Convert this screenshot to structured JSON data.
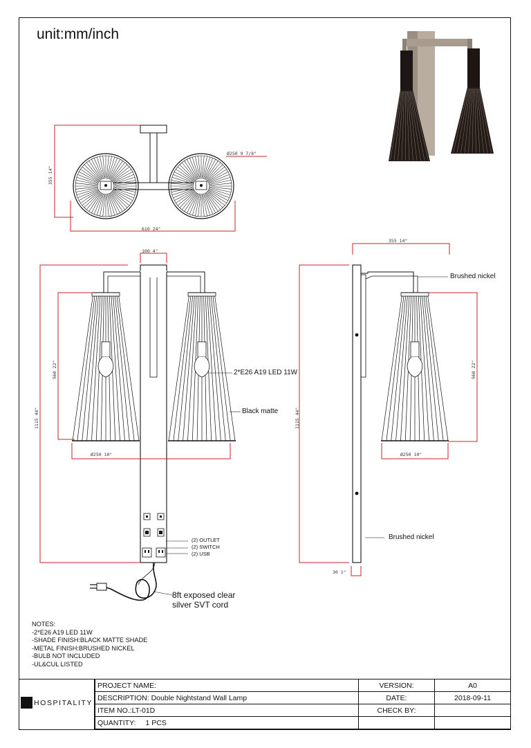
{
  "header": {
    "unit": "unit:mm/inch"
  },
  "dimensions": {
    "top_height": "355  14\"",
    "top_diameter": "Ø250  9 7/8\"",
    "top_width": "610  24\"",
    "front_plate_width": "100  4\"",
    "front_height": "1115  44\"",
    "front_shade_height": "560  22\"",
    "front_shade_diameter": "Ø250  10\"",
    "side_depth": "355  14\"",
    "side_height": "1115  44\"",
    "side_shade_height": "560  22\"",
    "side_shade_diameter": "Ø250  10\"",
    "side_plate_thickness": "30  1\""
  },
  "callouts": {
    "bulb": "2*E26 A19 LED 11W",
    "shade": "Black matte",
    "arm_finish": "Brushed nickel",
    "plate_finish": "Brushed nickel",
    "outlet": "(2) OUTLET",
    "switch": "(2) SWITCH",
    "usb": "(2) USB",
    "cord_line1": "8ft exposed clear",
    "cord_line2": "silver SVT cord"
  },
  "notes": {
    "title": "NOTES:",
    "items": [
      "-2*E26 A19 LED 11W",
      "-SHADE FINISH:BLACK MATTE SHADE",
      "-METAL FINISH:BRUSHED NICKEL",
      "-BULB NOT INCLUDED",
      "-UL&CUL LISTED"
    ]
  },
  "title_block": {
    "logo_text": "HOSPITALITY",
    "project_name": "PROJECT NAME:",
    "description": "DESCRIPTION: Double Nightstand Wall Lamp",
    "item_no": "ITEM NO.:LT-01D",
    "quantity_label": "QUANTITY:",
    "quantity_value": "1 PCS",
    "version_label": "VERSION:",
    "version_value": "A0",
    "date_label": "DATE:",
    "date_value": "2018-09-11",
    "check_label": "CHECK BY:",
    "check_value": ""
  },
  "colors": {
    "dimension": "#c8202a",
    "ink": "#111111",
    "nickel": "#8c8173",
    "shade": "#2a1f1c"
  }
}
